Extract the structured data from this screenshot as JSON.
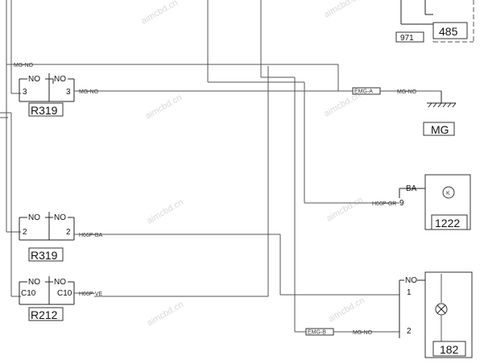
{
  "watermark": "aimcbd.cn",
  "wires": {
    "mg_no": "MG-NO",
    "h66p_gr": "H66P-GR",
    "h66p_ba": "H66P-BA",
    "h66p_ve": "H66P-VE"
  },
  "connectors": {
    "c1": {
      "name": "R319",
      "left_label": "NO",
      "right_label": "NO",
      "left_pin": "3",
      "right_pin": "3"
    },
    "c2": {
      "name": "R319",
      "left_label": "NO",
      "right_label": "NO",
      "left_pin": "2",
      "right_pin": "2"
    },
    "c3": {
      "name": "R212",
      "left_label": "NO",
      "right_label": "NO",
      "left_pin": "C10",
      "right_pin": "C10"
    }
  },
  "splices": {
    "emg_a": "EMG-A",
    "emg_b": "EMG-B"
  },
  "ground": {
    "label": "MG"
  },
  "top_module": {
    "ref": "971",
    "code": "485"
  },
  "component_1222": {
    "pin_label": "BA",
    "pin": "9",
    "code": "1222"
  },
  "component_182": {
    "header": "NO",
    "pin1": "1",
    "pin2": "2",
    "code": "182"
  }
}
